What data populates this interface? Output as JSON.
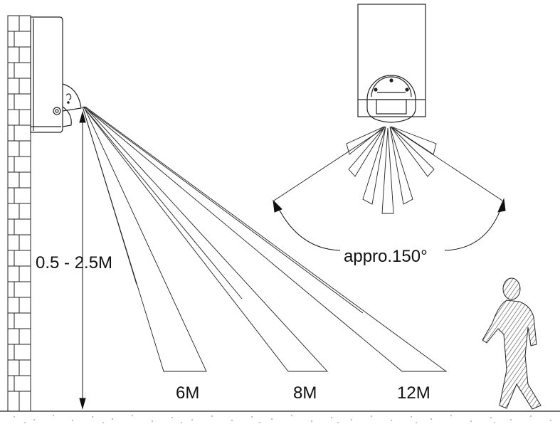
{
  "labels": {
    "height_range": "0.5 - 2.5M",
    "distance_near": "6M",
    "distance_mid": "8M",
    "distance_far": "12M",
    "angle": "appro.150°"
  },
  "colors": {
    "ink": "#111111",
    "background": "#ffffff",
    "hatch": "#555555"
  }
}
